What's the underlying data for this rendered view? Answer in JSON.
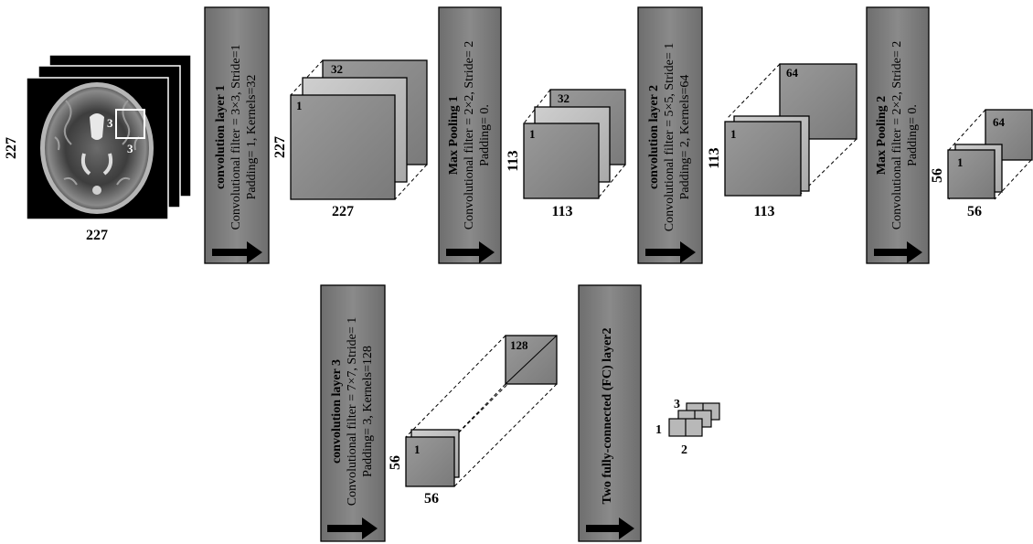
{
  "input": {
    "width": "227",
    "height": "227",
    "patch_size_top": "3",
    "patch_size_bottom": "3"
  },
  "layers": [
    {
      "title": "convolution layer 1",
      "line1": "Convolutional filter = 3×3, Stride=1",
      "line2": "Padding= 1, Kernels=32"
    },
    {
      "title": "Max Pooling 1",
      "line1": "Convolutional filter = 2×2, Stride= 2",
      "line2": "Padding= 0."
    },
    {
      "title": "convolution layer 2",
      "line1": "Convolutional filter = 5×5, Stride= 1",
      "line2": "Padding= 2, Kernels=64"
    },
    {
      "title": "Max Pooling 2",
      "line1": "Convolutional filter = 2×2, Stride= 2",
      "line2": "Padding= 0."
    },
    {
      "title": "convolution layer 3",
      "line1": "Convolutional filter = 7×7, Stride= 1",
      "line2": "Padding= 3, Kernels=128"
    },
    {
      "title": "Two fully-connected (FC) layer2"
    }
  ],
  "feature_maps": [
    {
      "first": "1",
      "last": "32",
      "width": "227",
      "height": "227"
    },
    {
      "first": "1",
      "last": "32",
      "width": "113",
      "height": "113"
    },
    {
      "first": "1",
      "last": "64",
      "width": "113",
      "height": "113"
    },
    {
      "first": "1",
      "last": "64",
      "width": "56",
      "height": "56"
    },
    {
      "first": "1",
      "last": "128",
      "width": "56",
      "height": "56"
    }
  ],
  "fc": {
    "label_top": "3",
    "label_left": "1",
    "label_bottom": "2"
  },
  "colors": {
    "panel": "#7d7d7d",
    "slab_front": "#8c8c8c",
    "slab_back": "#b0b0b0",
    "arrow": "#000000"
  }
}
